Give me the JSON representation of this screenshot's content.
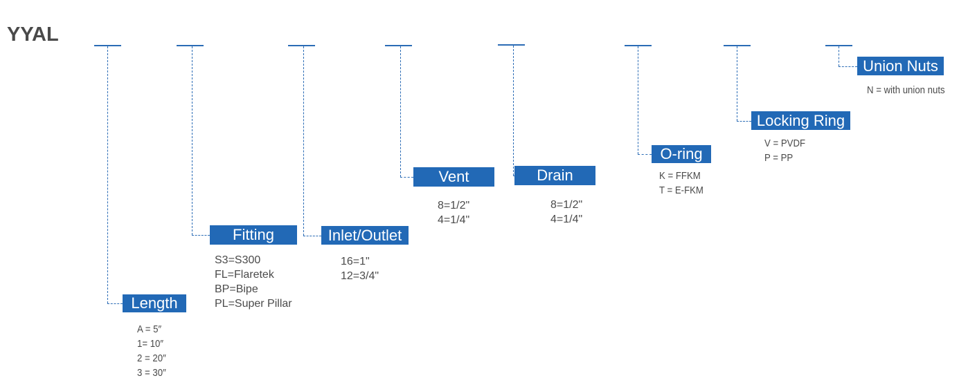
{
  "title": "YYAL",
  "accent_color": "#2269b6",
  "segments": [
    {
      "label": "Length",
      "options": [
        "A = 5″",
        "1= 10″",
        "2 = 20″",
        "3 = 30″"
      ]
    },
    {
      "label": "Fitting",
      "options": [
        "S3=S300",
        "FL=Flaretek",
        "BP=Bipe",
        "PL=Super Pillar"
      ]
    },
    {
      "label": "Inlet/Outlet",
      "options": [
        "16=1\"",
        "12=3/4\""
      ]
    },
    {
      "label": "Vent",
      "options": [
        "8=1/2\"",
        "4=1/4\""
      ]
    },
    {
      "label": "Drain",
      "options": [
        "8=1/2\"",
        "4=1/4\""
      ]
    },
    {
      "label": "O-ring",
      "options": [
        "K = FFKM",
        "T = E-FKM"
      ]
    },
    {
      "label": "Locking Ring",
      "options": [
        "V = PVDF",
        "P = PP"
      ]
    },
    {
      "label": "Union Nuts",
      "options": [
        "N = with union nuts"
      ]
    }
  ]
}
